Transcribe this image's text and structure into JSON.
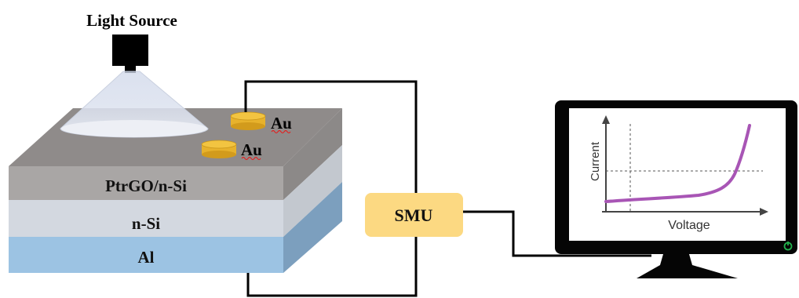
{
  "diagram": {
    "light_source_label": "Light Source",
    "electrode_labels": [
      "Au",
      "Au"
    ],
    "layers": [
      {
        "label": "PtrGO/n-Si",
        "color": "#a9a6a5"
      },
      {
        "label": "n-Si",
        "color": "#d3d8e0"
      },
      {
        "label": "Al",
        "color": "#9cc3e3"
      }
    ],
    "top_surface_color": "#8f8b8a",
    "smu_label": "SMU",
    "smu_color": "#fcd982",
    "electrode_color": "#e7b22c",
    "monitor": {
      "y_axis_label": "Current",
      "x_axis_label": "Voltage",
      "curve_color": "#a855b5",
      "power_indicator_color": "#22b14c"
    }
  }
}
